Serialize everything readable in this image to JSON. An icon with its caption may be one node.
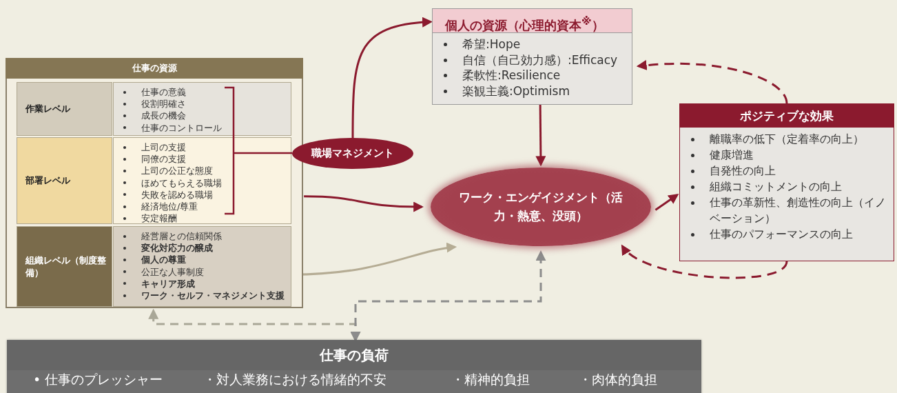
{
  "diagram": {
    "nodes": [
      {
        "text": [
          "仕事の資源"
        ]
      },
      {
        "text": [
          "作業レベル"
        ],
        "in": 0
      },
      {
        "text": [
          "仕事の意義",
          "役割明確さ",
          "成長の機会",
          "仕事のコントロール"
        ],
        "in": 0
      },
      {
        "text": [
          "部署レベル"
        ],
        "in": 0
      },
      {
        "text": [
          "上司の支援",
          "同僚の支援",
          "上司の公正な態度",
          "ほめてもらえる職場",
          "失敗を認める職場",
          "経済地位/尊重",
          "安定報酬"
        ],
        "in": 0
      },
      {
        "text": [
          "組織レベル（制度整備）"
        ],
        "in": 0
      },
      {
        "text": [
          "経営層との信頼関係",
          "**変化対応力の醸成**",
          "**個人の尊重**",
          "公正な人事制度",
          "**キャリア形成**",
          "**ワーク・セルフ・マネジメント支援**"
        ],
        "in": 0
      },
      {
        "text": [
          "職場マネジメント"
        ]
      },
      {
        "text": [
          "個人の資源（心理的資本$^{※}$）",
          "希望:Hope",
          "自信（自己効力感）:Efficacy",
          "柔軟性:Resilience",
          "楽観主義:Optimism"
        ]
      },
      {
        "text": [
          "ワーク・エンゲイジメント（活力・熱意、没頭）"
        ]
      },
      {
        "text": [
          "ポジティブな効果",
          "離職率の低下（定着率の向上）",
          "健康増進",
          "自発性の向上",
          "組織コミットメントの向上",
          "仕事の革新性、創造性の向上（イノベーション）",
          "仕事のパフォーマンスの向上"
        ]
      },
      {
        "text": [
          "仕事の負荷",
          "• 仕事のプレッシャー",
          "・対人業務における情緒的不安",
          "・精神的負担",
          "・肉体的負担"
        ]
      }
    ],
    "edges": [
      {
        "from": 7,
        "to": 8,
        "arrow": "to"
      },
      {
        "from": 4,
        "to": 9,
        "arrow": "to"
      },
      {
        "from": 6,
        "to": 9,
        "arrow": "to",
        "color": "#b5ac94"
      },
      {
        "from": 8,
        "to": 9,
        "arrow": "to"
      },
      {
        "from": 9,
        "to": 10,
        "arrow": "to"
      },
      {
        "from": 10,
        "to": 8,
        "arrow": "to",
        "style": "dashed"
      },
      {
        "from": 10,
        "to": 9,
        "arrow": "to",
        "style": "dashed"
      },
      {
        "from": 11,
        "to": 0,
        "arrow": "both",
        "style": "dashed",
        "color": "#a9a797"
      },
      {
        "from": 11,
        "to": 9,
        "arrow": "both",
        "style": "dashed",
        "color": "#8c8c8c"
      }
    ]
  }
}
